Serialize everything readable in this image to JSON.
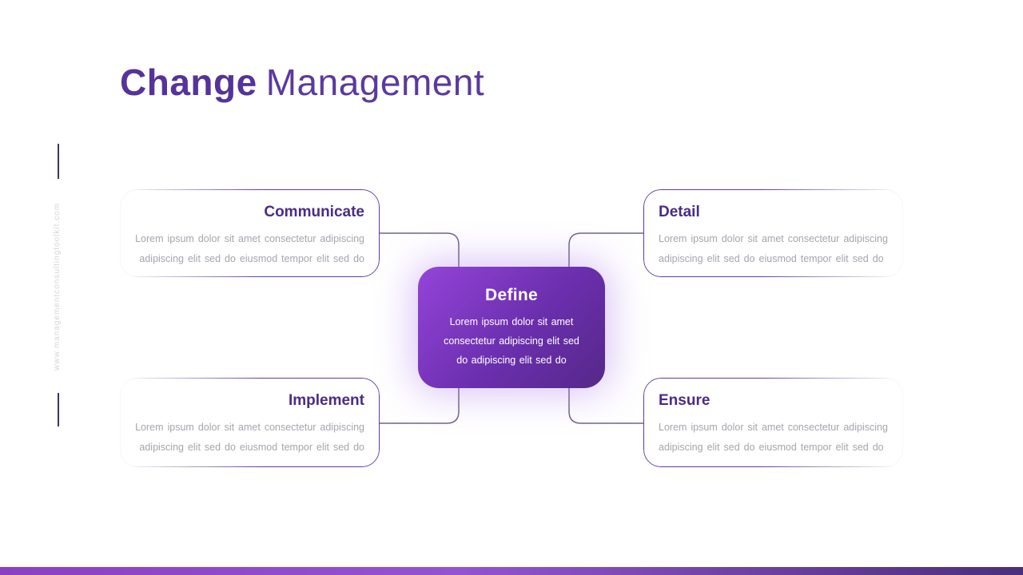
{
  "slide": {
    "title": {
      "bold": "Change",
      "regular": "Management"
    },
    "watermark": "www.managementconsultingtoolkit.com"
  },
  "center": {
    "title": "Define",
    "body_lines": [
      "Lorem ipsum dolor sit amet",
      "consectetur adipiscing elit sed",
      "do adipiscing elit sed do"
    ]
  },
  "cards": [
    {
      "title": "Communicate",
      "body_lines": [
        "Lorem ipsum dolor sit amet consectetur adipiscing",
        "adipiscing elit sed do eiusmod tempor elit sed do"
      ]
    },
    {
      "title": "Detail",
      "body_lines": [
        "Lorem ipsum dolor sit amet consectetur adipiscing",
        "adipiscing elit sed do eiusmod tempor elit sed do"
      ]
    },
    {
      "title": "Implement",
      "body_lines": [
        "Lorem ipsum dolor sit amet consectetur adipiscing",
        "adipiscing elit sed do eiusmod tempor elit sed do"
      ]
    },
    {
      "title": "Ensure",
      "body_lines": [
        "Lorem ipsum dolor sit amet consectetur adipiscing",
        "adipiscing elit sed do eiusmod tempor elit sed do"
      ]
    }
  ],
  "colors": {
    "title_purple": "#5b3a9e",
    "card_heading_purple": "#4a2b87",
    "body_gray": "#a5a5ad",
    "card_border_purple": "#5e3d9e",
    "connector_gray_purple": "#6f6589",
    "watermark_line_indigo": "#3c3566",
    "watermark_text_gray": "#d5d5d9",
    "define_gradient_start": "#9444d8",
    "define_gradient_end": "#552889",
    "bottom_bar_gradient": [
      "#8a40c2",
      "#9254d2",
      "#4a2f7a"
    ]
  }
}
